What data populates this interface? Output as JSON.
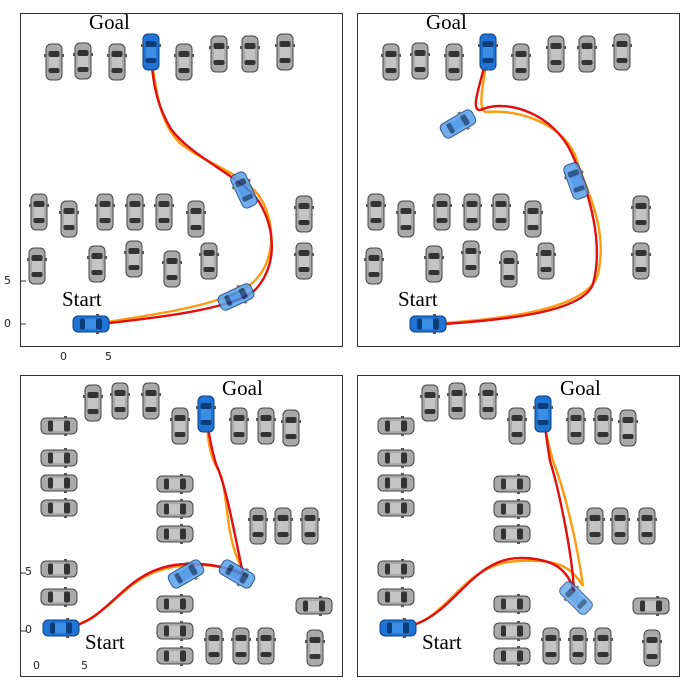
{
  "colors": {
    "parked_car": "#a9a9a9",
    "ego_car": "#1f74d6",
    "ego_car_ghost": "#5aa0ea",
    "path_a": "#e01010",
    "path_b": "#ff9a10"
  },
  "panels": [
    {
      "goal_label": "Goal",
      "start_label": "Start",
      "y_ticks": [
        "5",
        "0"
      ],
      "x_ticks": [
        "0",
        "5"
      ]
    },
    {
      "goal_label": "Goal",
      "start_label": "Start"
    },
    {
      "goal_label": "Goal",
      "start_label": "Start",
      "y_ticks": [
        "5",
        "0"
      ],
      "x_ticks": [
        "0",
        "5"
      ]
    },
    {
      "goal_label": "Goal",
      "start_label": "Start"
    }
  ]
}
